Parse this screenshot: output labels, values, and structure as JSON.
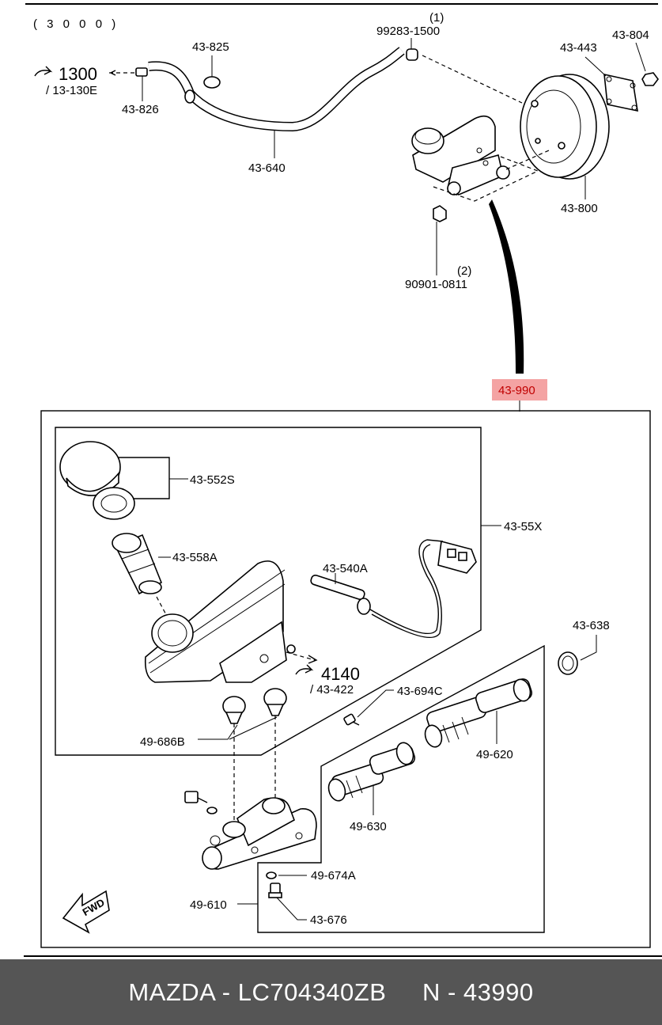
{
  "diagram": {
    "group_code": "( 3 0 0 0 )",
    "refs": {
      "ref_1300": "1300",
      "ref_13_130e": "/ 13-130E",
      "ref_4140": "4140",
      "ref_43_422": "/ 43-422"
    },
    "qty": {
      "q1": "(1)",
      "q2": "(2)"
    },
    "parts": {
      "p43_825": "43-825",
      "p43_826": "43-826",
      "p43_640": "43-640",
      "p99283_1500": "99283-1500",
      "p43_443": "43-443",
      "p43_804": "43-804",
      "p43_800": "43-800",
      "p90901_0811": "90901-0811",
      "p43_990": "43-990",
      "p43_552s": "43-552S",
      "p43_55x": "43-55X",
      "p43_558a": "43-558A",
      "p43_540a": "43-540A",
      "p43_638": "43-638",
      "p43_694c": "43-694C",
      "p49_686b": "49-686B",
      "p49_620": "49-620",
      "p49_630": "49-630",
      "p49_674a": "49-674A",
      "p49_610": "49-610",
      "p43_676": "43-676"
    },
    "fwd_label": "FWD",
    "highlight_color": "#f4a3a3"
  },
  "footer": {
    "brand_part": "MAZDA - LC704340ZB",
    "oem_part": "N - 43990",
    "background": "#555555"
  }
}
